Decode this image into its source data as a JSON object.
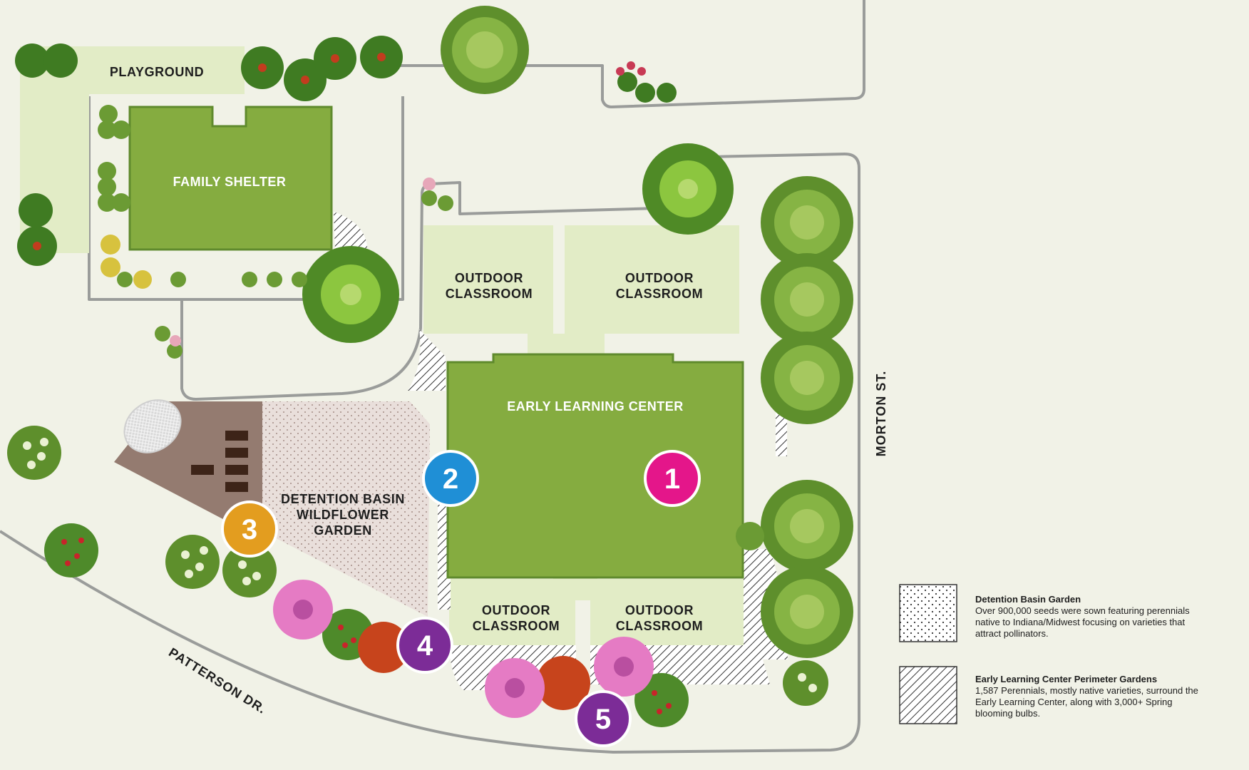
{
  "map": {
    "buildings": {
      "family_shelter": "FAMILY SHELTER",
      "early_learning_center": "EARLY LEARNING CENTER"
    },
    "zones": {
      "playground": "PLAYGROUND",
      "outdoor_classroom": {
        "line1": "OUTDOOR",
        "line2": "CLASSROOM"
      },
      "detention_basin": {
        "line1": "DETENTION BASIN",
        "line2": "WILDFLOWER",
        "line3": "GARDEN"
      }
    },
    "streets": {
      "morton": "MORTON ST.",
      "patterson": "PATTERSON DR."
    },
    "markers": [
      {
        "number": "1",
        "color": "#e4168a"
      },
      {
        "number": "2",
        "color": "#1f8fd6"
      },
      {
        "number": "3",
        "color": "#e39d1f"
      },
      {
        "number": "4",
        "color": "#7c2c97"
      },
      {
        "number": "5",
        "color": "#7c2c97"
      }
    ]
  },
  "legend": [
    {
      "title": "Detention Basin Garden",
      "lines": [
        "Over 900,000 seeds were sown featuring perennials",
        "native to Indiana/Midwest focusing on varieties that",
        "attract pollinators."
      ]
    },
    {
      "title": "Early Learning Center Perimeter Gardens",
      "lines": [
        "1,587 Perennials, mostly native varieties, surround the",
        "Early Learning Center, along with 3,000+ Spring",
        "blooming bulbs."
      ]
    }
  ],
  "colors": {
    "background": "#f1f2e7",
    "building_green": "#85ac40",
    "lawn": "#e2ecc6",
    "path_outline": "#9a9c9a",
    "basin_fill": "#e9dfdb",
    "garden_plot": "#947b70"
  }
}
